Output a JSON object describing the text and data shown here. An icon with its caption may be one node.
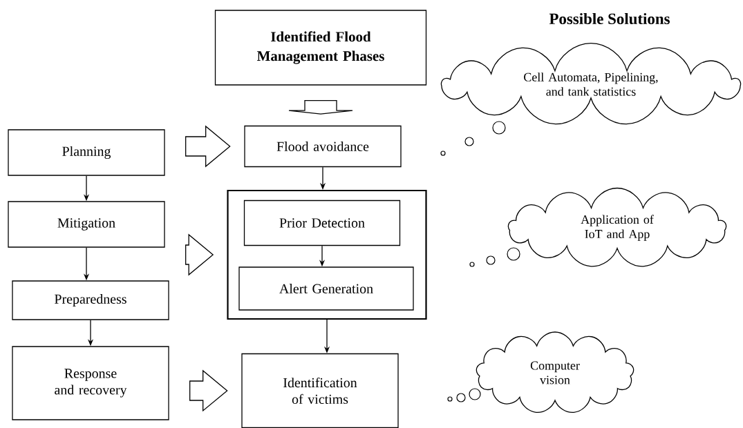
{
  "diagram": {
    "nodes": [
      {
        "text": [
          "Identified Flood Management Phases"
        ]
      },
      {
        "text": [
          "Planning"
        ]
      },
      {
        "text": [
          "Mitigation"
        ]
      },
      {
        "text": [
          "Preparedness"
        ]
      },
      {
        "text": [
          "Response and recovery"
        ]
      },
      {
        "text": [
          "Flood avoidance"
        ]
      },
      {
        "text": [],
        "shape": "box"
      },
      {
        "text": [
          "Prior Detection"
        ],
        "in": 6
      },
      {
        "text": [
          "Alert Generation"
        ],
        "in": 6
      },
      {
        "text": [
          "Identification of victims"
        ]
      },
      {
        "text": [
          "Cell Automata, Pipelining, and tank statistics"
        ]
      },
      {
        "text": [
          "Application of IoT and App"
        ]
      },
      {
        "text": [
          "Computer vision"
        ]
      }
    ],
    "edges": [
      {
        "from": 0,
        "to": 5,
        "arrow": "to"
      },
      {
        "from": 1,
        "to": 5,
        "arrow": "to"
      },
      {
        "from": 2,
        "to": 6,
        "arrow": "to"
      },
      {
        "from": 4,
        "to": 9,
        "arrow": "to"
      },
      {
        "from": 1,
        "to": 2,
        "arrow": "to"
      },
      {
        "from": 2,
        "to": 3,
        "arrow": "to"
      },
      {
        "from": 3,
        "to": 4,
        "arrow": "to"
      },
      {
        "from": 5,
        "to": 6,
        "arrow": "to"
      },
      {
        "from": 7,
        "to": 8,
        "arrow": "to"
      },
      {
        "from": 6,
        "to": 9,
        "arrow": "to"
      }
    ],
    "labels": [
      "Possible Solutions"
    ]
  }
}
